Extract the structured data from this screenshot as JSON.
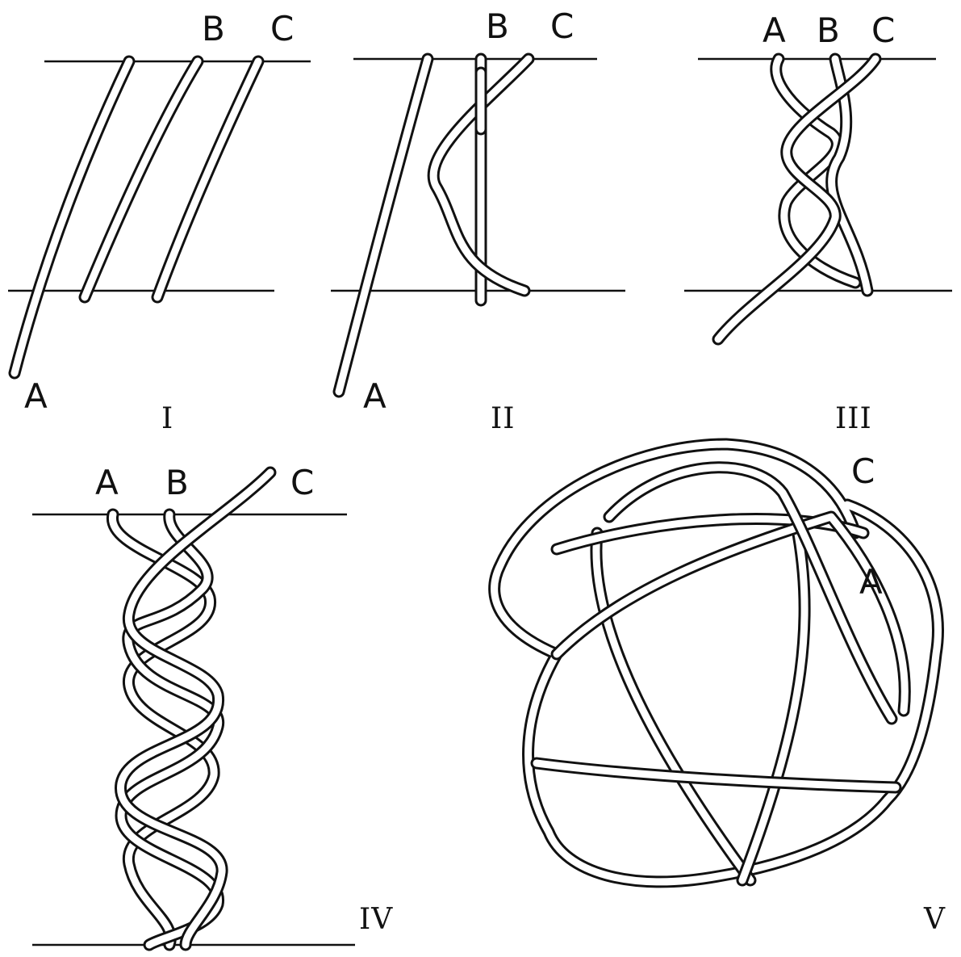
{
  "figures": [
    {
      "numeral": "I",
      "labels": {
        "a": "A",
        "b": "B",
        "c": "C"
      }
    },
    {
      "numeral": "II",
      "labels": {
        "a": "A",
        "b": "B",
        "c": "C"
      }
    },
    {
      "numeral": "III",
      "labels": {
        "a": "A",
        "b": "B",
        "c": "C"
      }
    },
    {
      "numeral": "IV",
      "labels": {
        "a": "A",
        "b": "B",
        "c": "C"
      }
    },
    {
      "numeral": "V",
      "labels": {
        "a": "A",
        "c": "C"
      }
    }
  ]
}
